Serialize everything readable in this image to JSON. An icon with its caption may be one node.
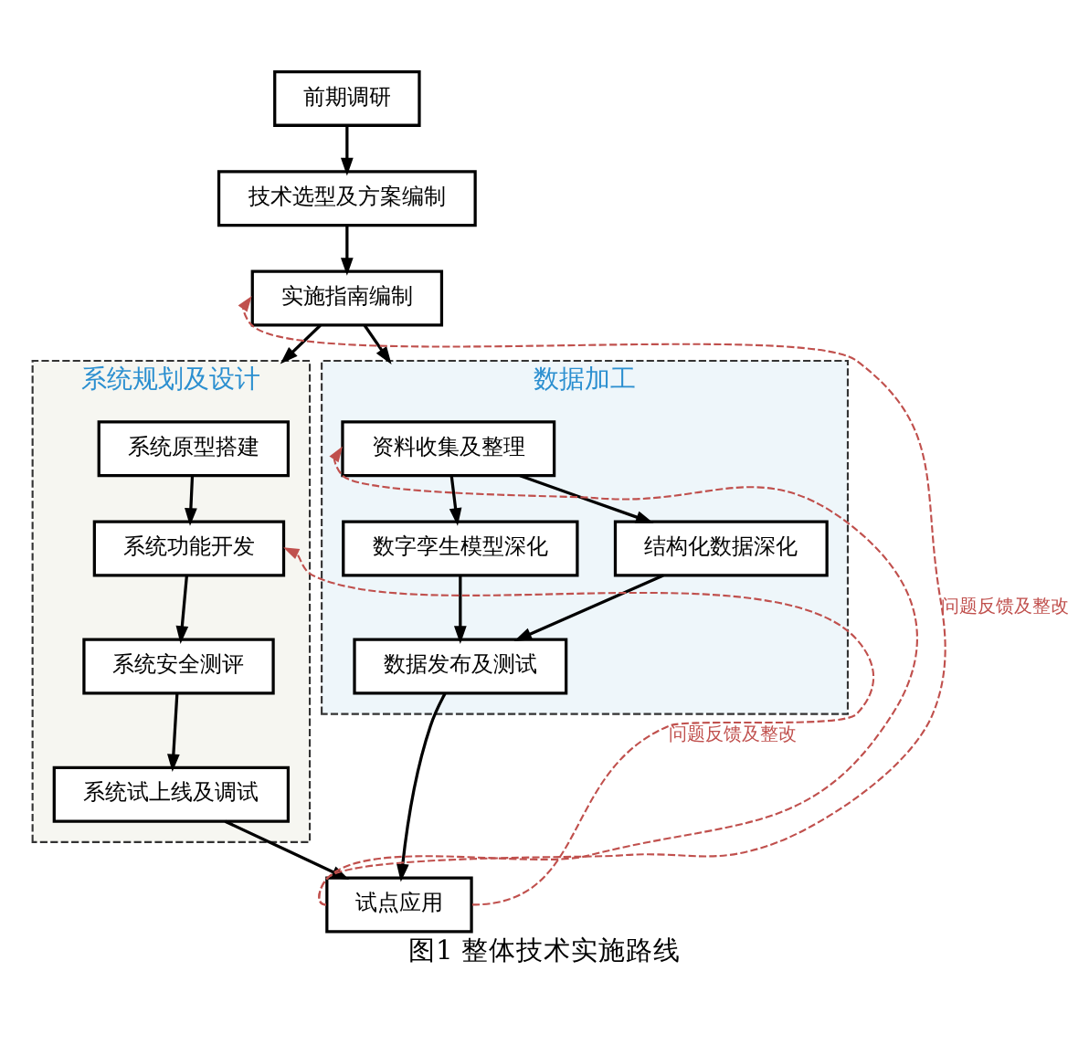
{
  "diagram": {
    "caption": "图1 整体技术实施路线",
    "nodes": [
      {
        "text": [
          "前期调研"
        ]
      },
      {
        "text": [
          "技术选型及方案编制"
        ]
      },
      {
        "text": [
          "实施指南编制"
        ]
      },
      {
        "text": [
          "数据加工"
        ]
      },
      {
        "text": [
          "资料收集及整理"
        ],
        "in": 3
      },
      {
        "text": [
          "数字孪生模型深化"
        ],
        "in": 3
      },
      {
        "text": [
          "结构化数据深化"
        ],
        "in": 3
      },
      {
        "text": [
          "数据发布及测试"
        ],
        "in": 3
      },
      {
        "text": [
          "系统规划及设计"
        ]
      },
      {
        "text": [
          "系统原型搭建"
        ],
        "in": 8
      },
      {
        "text": [
          "系统功能开发"
        ],
        "in": 8
      },
      {
        "text": [
          "系统安全测评"
        ],
        "in": 8
      },
      {
        "text": [
          "系统试上线及调试"
        ],
        "in": 8
      },
      {
        "text": [
          "试点应用"
        ]
      }
    ],
    "edges": [
      {
        "from": 0,
        "to": 1,
        "arrow": "to"
      },
      {
        "from": 1,
        "to": 2,
        "arrow": "to"
      },
      {
        "from": 2,
        "to": 3,
        "arrow": "to"
      },
      {
        "from": 2,
        "to": 8,
        "arrow": "to"
      },
      {
        "from": 4,
        "to": 5,
        "arrow": "to"
      },
      {
        "from": 4,
        "to": 6,
        "arrow": "to"
      },
      {
        "from": 5,
        "to": 7,
        "arrow": "to"
      },
      {
        "from": 6,
        "to": 7,
        "arrow": "to"
      },
      {
        "from": 9,
        "to": 10,
        "arrow": "to"
      },
      {
        "from": 10,
        "to": 11,
        "arrow": "to"
      },
      {
        "from": 11,
        "to": 12,
        "arrow": "to"
      },
      {
        "from": 7,
        "to": 13,
        "arrow": "to"
      },
      {
        "from": 12,
        "to": 13,
        "arrow": "to"
      },
      {
        "from": 13,
        "to": 2,
        "arrow": "to",
        "label": "问题反馈及整改",
        "style": "dashed",
        "color": "#c0504d"
      },
      {
        "from": 13,
        "to": 4,
        "arrow": "to",
        "style": "dashed",
        "color": "#c0504d"
      },
      {
        "from": 13,
        "to": 10,
        "arrow": "to",
        "label": "问题反馈及整改",
        "style": "dashed",
        "color": "#c0504d"
      }
    ]
  }
}
